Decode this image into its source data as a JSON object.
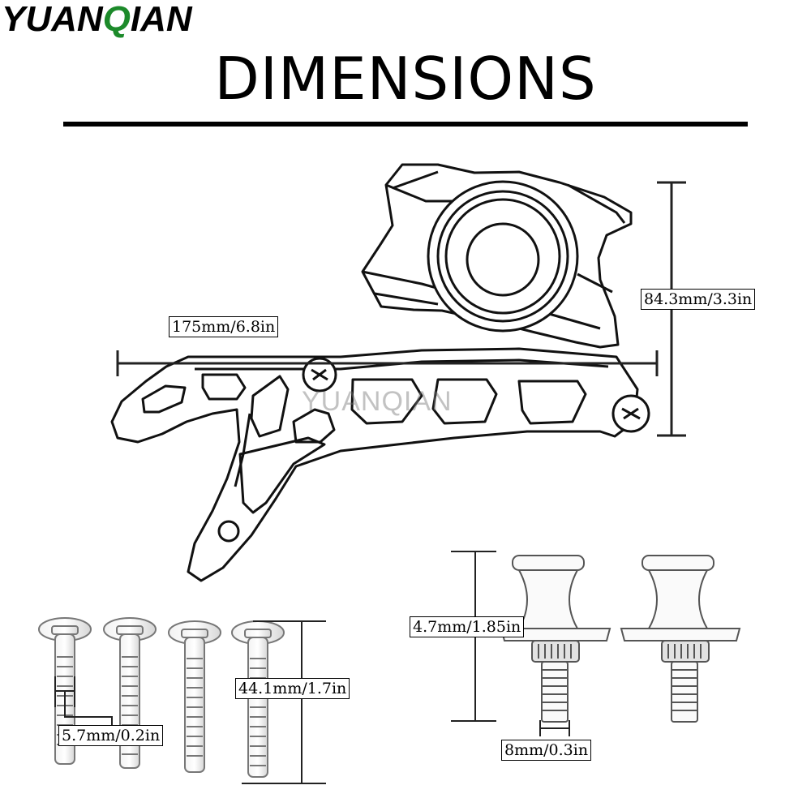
{
  "brand": {
    "part1": "YUAN",
    "part2": "Q",
    "part3": "IAN",
    "accent_color": "#1c8a2a"
  },
  "title": "DIMENSIONS",
  "watermark": "YUANQIAN",
  "dimensions": {
    "bracket_length": "175mm/6.8in",
    "bracket_height": "84.3mm/3.3in",
    "bolt_length": "44.1mm/1.7in",
    "bolt_diameter": "5.7mm/0.2in",
    "spool_height": "4.7mm/1.85in",
    "spool_thread": "8mm/0.3in"
  }
}
